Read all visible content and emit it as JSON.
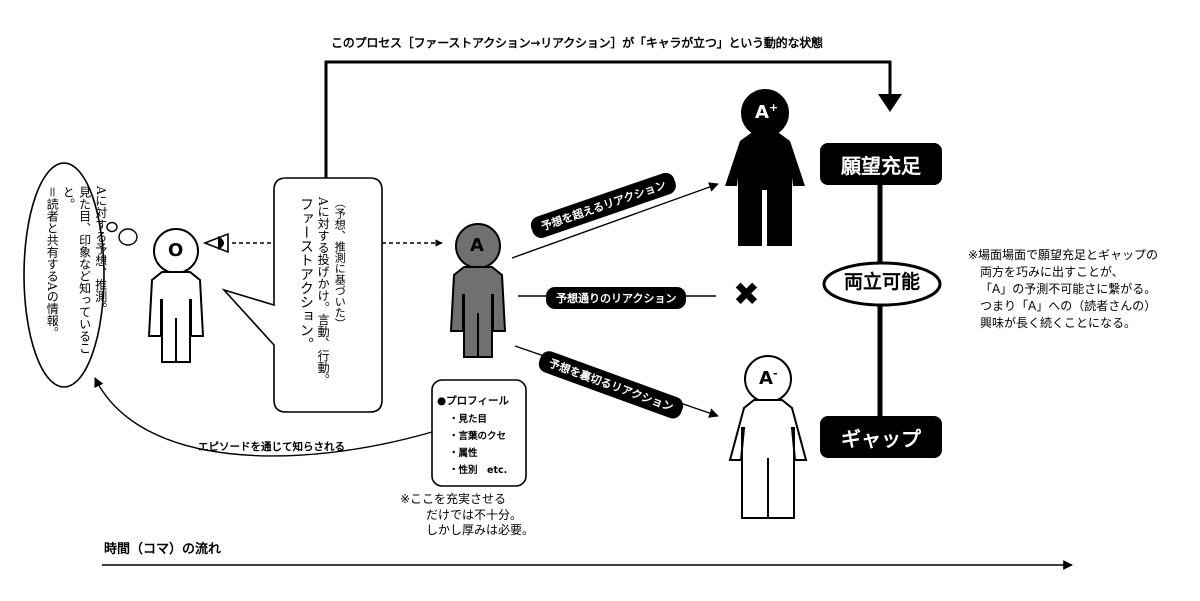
{
  "top_caption": "このプロセス［ファーストアクション→リアクション］が「キャラが立つ」という動的な状態",
  "thought_bubble": [
    "Aに対する予想、推測。",
    "見た目、印象など知っていること。",
    "＝読者と共有するAの情報。"
  ],
  "speech_bubble": [
    "（予想、推測に基づいた）",
    "Aに対する投げかけ。言動、行動。",
    "ファーストアクション。"
  ],
  "figures": {
    "observer": "O",
    "center": "A",
    "plus_head": "A",
    "plus_sup": "+",
    "minus_head": "A",
    "minus_sup": "-"
  },
  "profile": {
    "title": "●プロフィール",
    "items": [
      "・見た目",
      "・言葉のクセ",
      "・属性",
      "・性別　etc."
    ]
  },
  "profile_note": [
    "※ここを充実させる",
    "だけでは不十分。",
    "しかし厚みは必要。"
  ],
  "reactions": {
    "exceed": "予想を超えるリアクション",
    "expected": "予想通りのリアクション",
    "betray": "予想を裏切るリアクション"
  },
  "episode_label": "エピソードを通じて知らされる",
  "boxes": {
    "fulfill": "願望充足",
    "compatible": "両立可能",
    "gap": "ギャップ"
  },
  "cross_mark": "✖",
  "side_note": [
    "※場面場面で願望充足とギャップの",
    "両方を巧みに出すことが、",
    "「A」の予測不可能さに繋がる。",
    "つまり「A」への（読者さんの）",
    "興味が長く続くことになる。"
  ],
  "time_label": "時間（コマ）の流れ"
}
